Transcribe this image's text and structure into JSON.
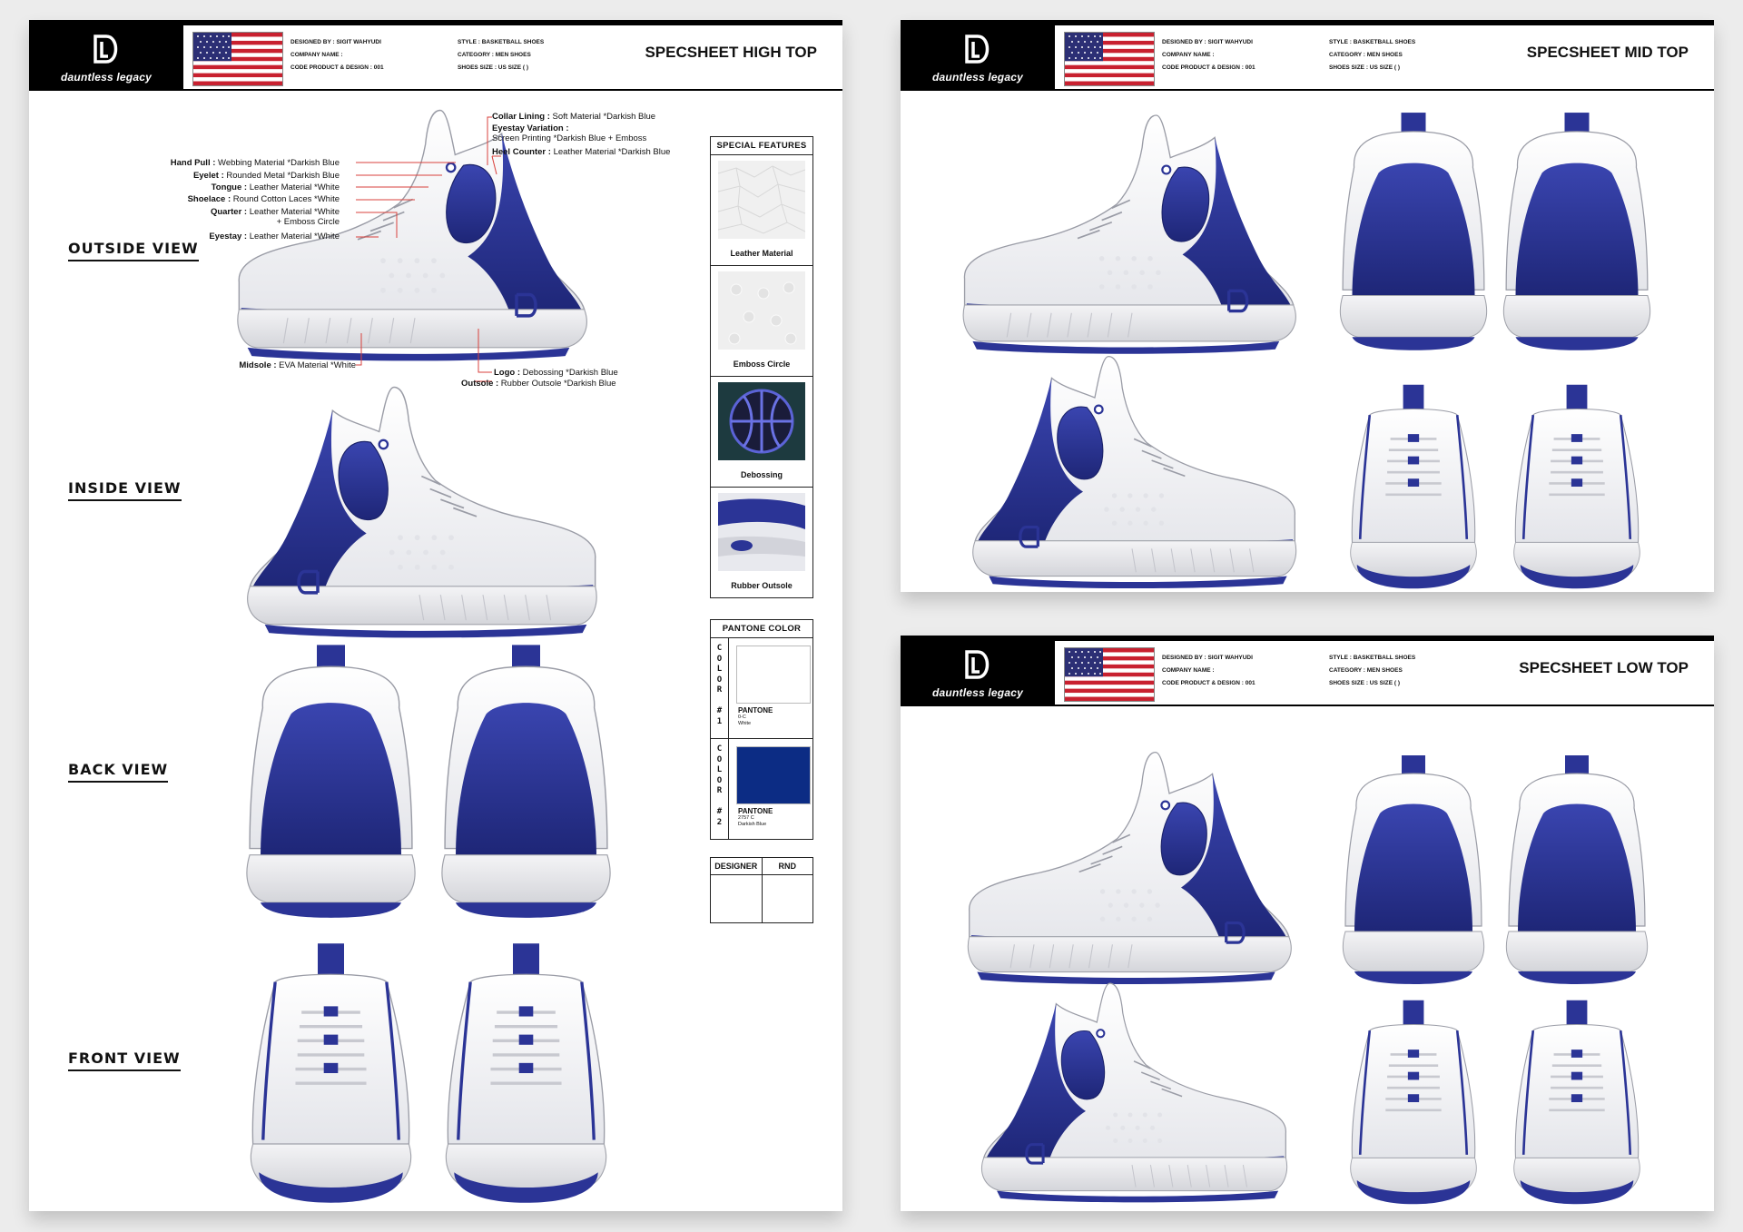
{
  "brand": {
    "name": "dauntless legacy"
  },
  "meta": {
    "designed_by": "DESIGNED BY : SIGIT WAHYUDI",
    "company_name": "COMPANY NAME :",
    "code": "CODE PRODUCT & DESIGN : 001",
    "style": "STYLE : BASKETBALL SHOES",
    "category": "CATEGORY : MEN SHOES",
    "size": "SHOES SIZE : US SIZE (   )"
  },
  "colors": {
    "darkish_blue": "#2b3496",
    "black": "#000000",
    "white": "#ffffff",
    "pantone_2": "#0c2c84"
  },
  "sheets": {
    "high": {
      "title": "SPECSHEET HIGH TOP"
    },
    "mid": {
      "title": "SPECSHEET MID TOP"
    },
    "low": {
      "title": "SPECSHEET LOW TOP"
    }
  },
  "views": {
    "outside": "OUTSIDE VIEW",
    "inside": "INSIDE VIEW",
    "back": "BACK VIEW",
    "front": "FRONT VIEW"
  },
  "annotations": {
    "collar_lining": {
      "label": "Collar Lining :",
      "value": " Soft Material *Darkish Blue"
    },
    "eyestay_variation": {
      "label": "Eyestay Variation :",
      "value": "Screen Printing *Darkish Blue + Emboss"
    },
    "heel_counter": {
      "label": "Heel Counter :",
      "value": " Leather Material *Darkish Blue"
    },
    "hand_pull": {
      "label": "Hand Pull :",
      "value": " Webbing Material *Darkish Blue"
    },
    "eyelet": {
      "label": "Eyelet :",
      "value": " Rounded Metal *Darkish Blue"
    },
    "tongue": {
      "label": "Tongue :",
      "value": " Leather Material *White"
    },
    "shoelace": {
      "label": "Shoelace :",
      "value": " Round Cotton Laces *White"
    },
    "quarter": {
      "label": "Quarter :",
      "value": " Leather Material *White",
      "extra": "+ Emboss Circle"
    },
    "eyestay": {
      "label": "Eyestay :",
      "value": " Leather Material *White"
    },
    "midsole": {
      "label": "Midsole :",
      "value": " EVA Material *White"
    },
    "logo": {
      "label": "Logo :",
      "value": " Debossing *Darkish Blue"
    },
    "outsole": {
      "label": "Outsole :",
      "value": " Rubber Outsole *Darkish Blue"
    }
  },
  "special_features": {
    "title": "SPECIAL FEATURES",
    "items": [
      "Leather Material",
      "Emboss Circle",
      "Debossing",
      "Rubber Outsole"
    ]
  },
  "pantone": {
    "title": "PANTONE COLOR",
    "colors": [
      {
        "vertical": [
          "C",
          "O",
          "L",
          "O",
          "R",
          "",
          "#",
          "1"
        ],
        "name": "PANTONE",
        "code": "0-C",
        "desc": "White",
        "hex": "#ffffff"
      },
      {
        "vertical": [
          "C",
          "O",
          "L",
          "O",
          "R",
          "",
          "#",
          "2"
        ],
        "name": "PANTONE",
        "code": "2757 C",
        "desc": "Darkish Blue",
        "hex": "#0c2c84"
      }
    ]
  },
  "signoff": {
    "designer": "DESIGNER",
    "rnd": "RND"
  }
}
